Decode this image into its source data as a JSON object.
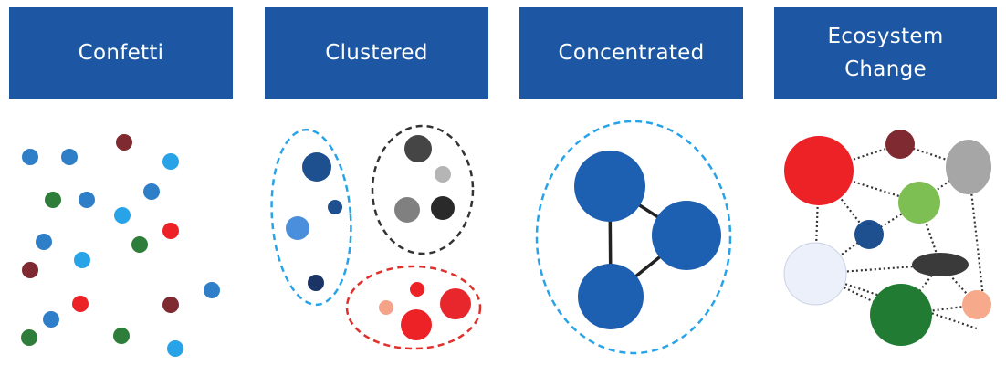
{
  "panels": [
    {
      "title": "Confetti"
    },
    {
      "title": "Clustered"
    },
    {
      "title": "Concentrated"
    },
    {
      "title": "Ecosystem\nChange"
    }
  ],
  "colors": {
    "header_bg": "#1d57a3",
    "blue": "#2f7fc8",
    "dark_blue": "#1e4f8f",
    "light_blue": "#29a3e8",
    "green": "#2e7d3a",
    "red": "#ec2227",
    "maroon": "#7e2a30",
    "gray": "#808080",
    "dashed_blue": "#29a3e8",
    "dashed_black": "#333333",
    "dashed_red": "#e0302c"
  }
}
